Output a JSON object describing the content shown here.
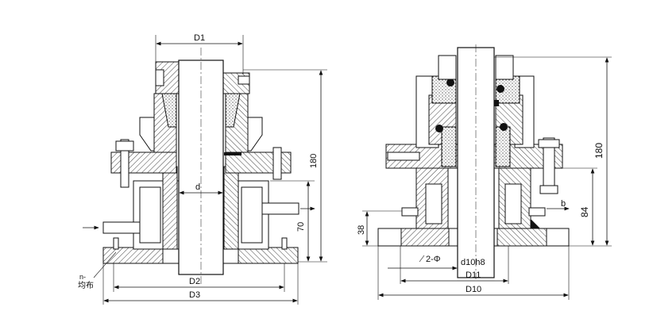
{
  "left_drawing": {
    "dims": {
      "D1": "D1",
      "d": "d",
      "D2": "D2",
      "D3": "D3",
      "h180": "180",
      "h70": "70"
    },
    "note_line1": "n-",
    "note_line2": "均布"
  },
  "right_drawing": {
    "dims": {
      "D10": "D10",
      "D11": "D11",
      "d10h8": "d10h8",
      "phi": "2-Φ",
      "h38": "38",
      "h84": "84",
      "h180": "180",
      "b": "b"
    }
  }
}
